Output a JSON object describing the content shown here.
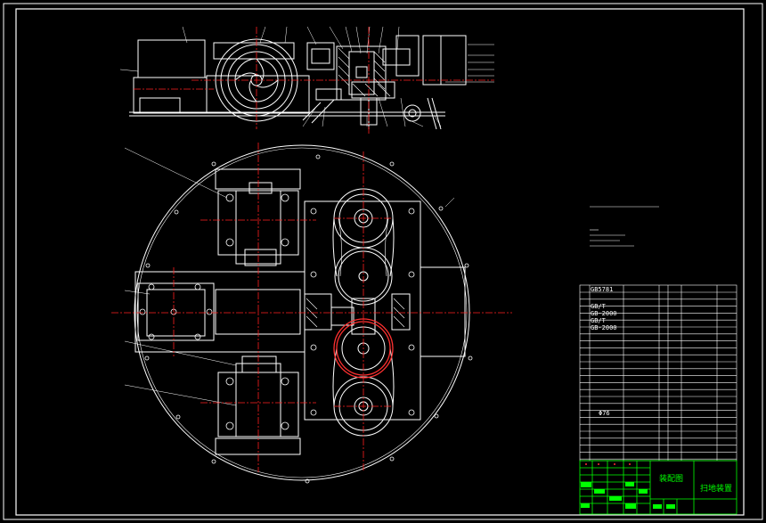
{
  "title_block": {
    "drawing_name": "装配图",
    "product_name": "扫地装置"
  },
  "bom_codes": [
    "GB5781",
    "GB/T",
    "GB-2000",
    "GB/T",
    "GB-2000"
  ],
  "dimension_label": "Φ76",
  "colors": {
    "background": "#000000",
    "line": "#ffffff",
    "centerline": "#ff2020",
    "title_block": "#00ff00",
    "gear_highlight": "#ff3030"
  }
}
